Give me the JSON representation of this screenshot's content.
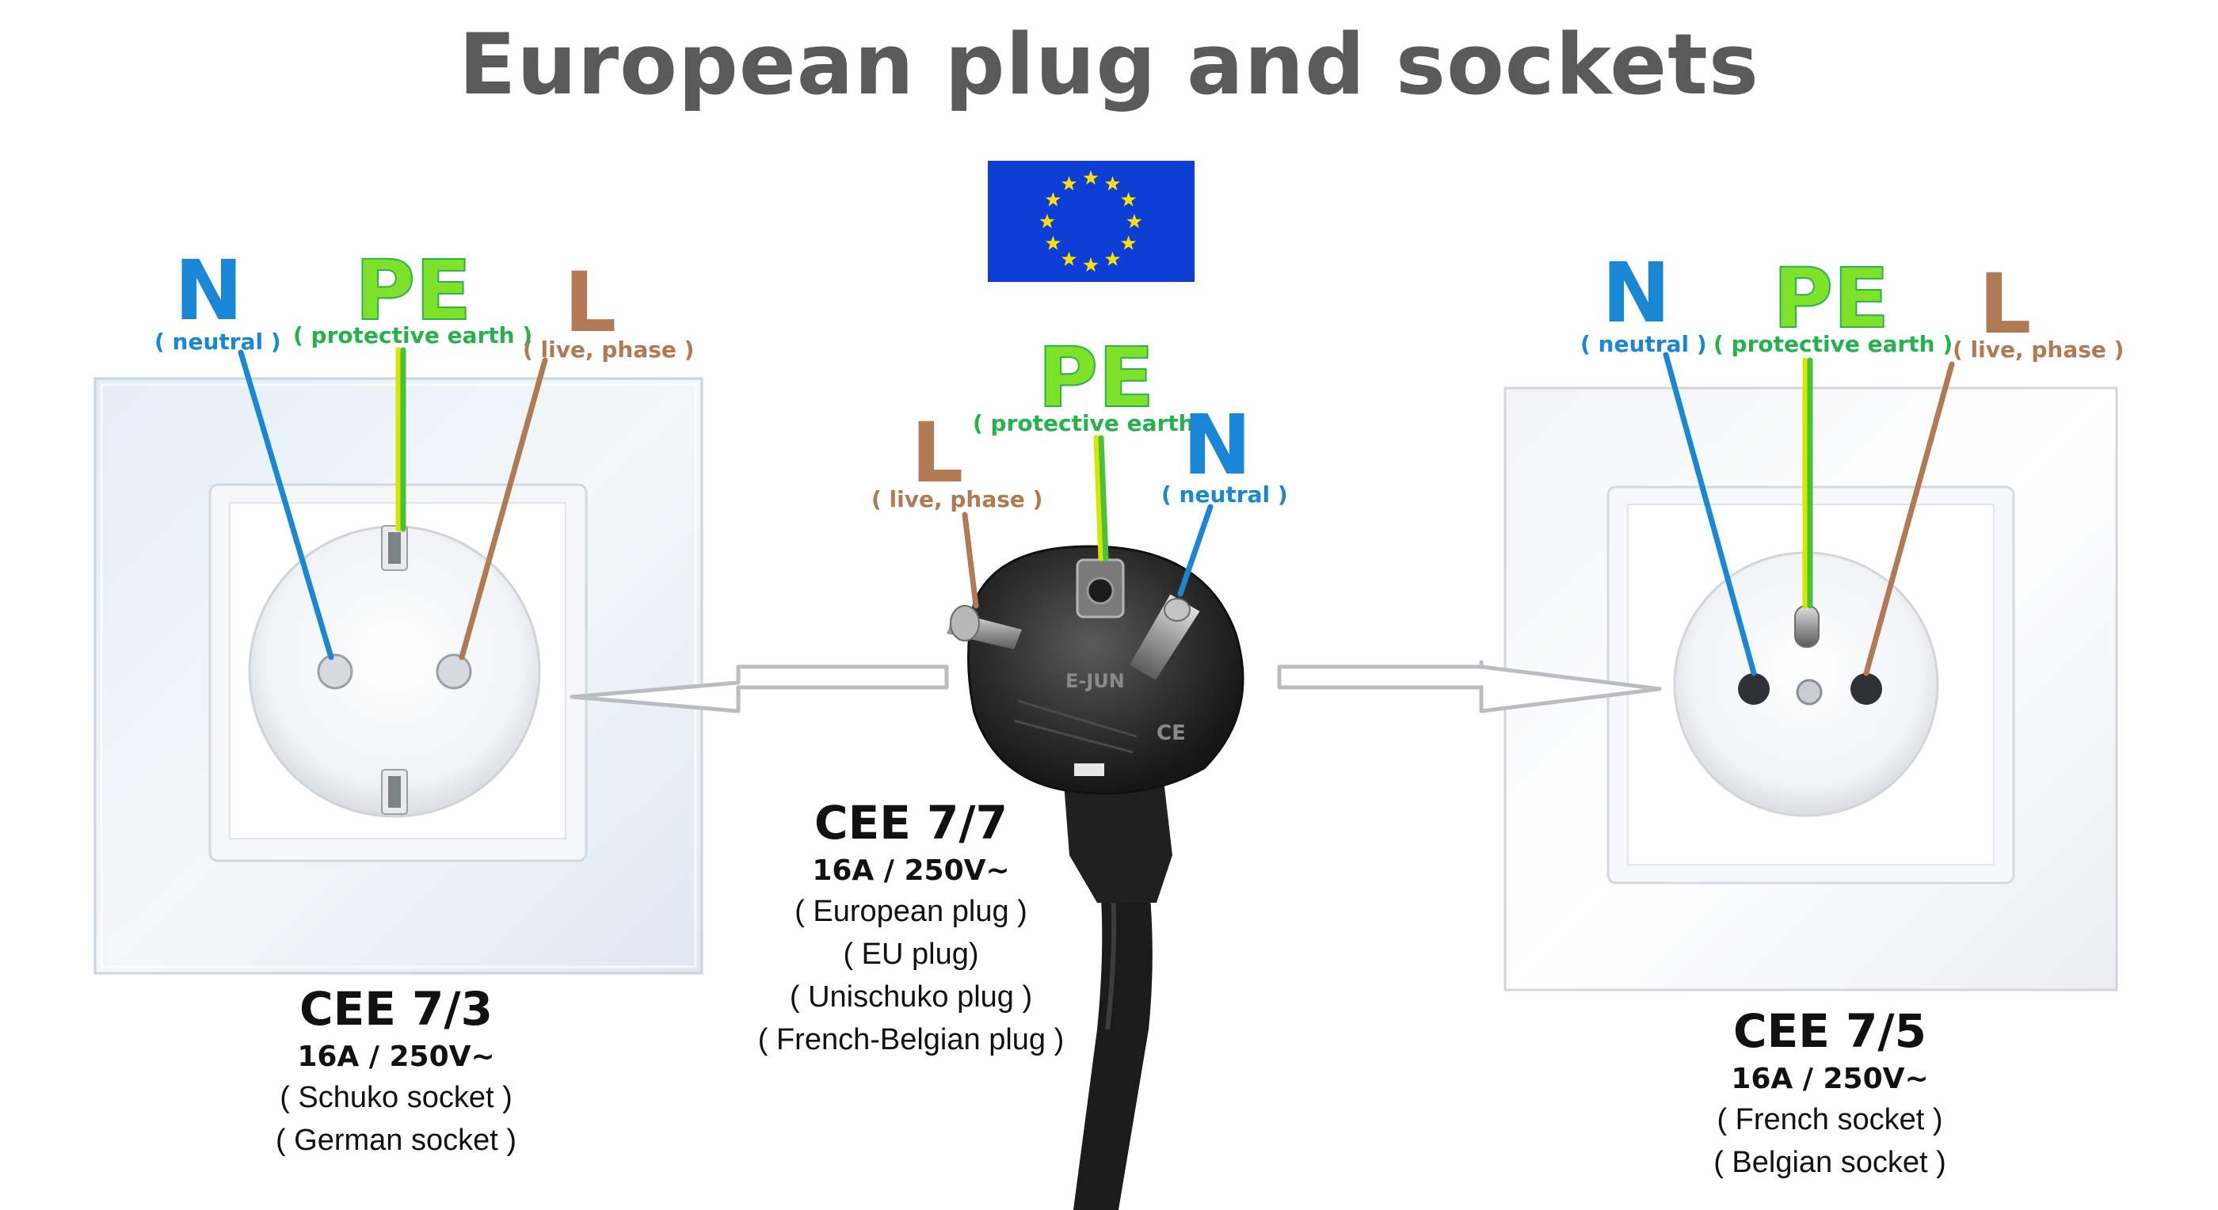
{
  "title": "European plug and sockets",
  "colors": {
    "neutral": "#1a86d6",
    "protective_earth": "#24b34a",
    "live": "#b27a52",
    "eu_flag_blue": "#0d3fd6",
    "eu_flag_star": "#ffe100"
  },
  "left_socket": {
    "labels": {
      "n": "N",
      "n_desc": "( neutral )",
      "pe": "PE",
      "pe_desc": "( protective earth )",
      "l": "L",
      "l_desc": "( live, phase )"
    },
    "name": "CEE 7/3",
    "rating": "16A / 250V~",
    "desc1": "( Schuko socket )",
    "desc2": "( German socket )"
  },
  "plug": {
    "labels": {
      "l": "L",
      "l_desc": "( live, phase )",
      "pe": "PE",
      "pe_desc": "( protective earth )",
      "n": "N",
      "n_desc": "( neutral )"
    },
    "name": "CEE 7/7",
    "rating": "16A / 250V~",
    "desc1": "( European plug )",
    "desc2": "( EU plug)",
    "desc3": "( Unischuko plug )",
    "desc4": "( French-Belgian plug )",
    "body_marks": [
      "E-JUN",
      "CE"
    ]
  },
  "right_socket": {
    "labels": {
      "n": "N",
      "n_desc": "( neutral )",
      "pe": "PE",
      "pe_desc": "( protective earth )",
      "l": "L",
      "l_desc": "( live, phase )"
    },
    "name": "CEE 7/5",
    "rating": "16A / 250V~",
    "desc1": "( French socket )",
    "desc2": "( Belgian socket )"
  }
}
